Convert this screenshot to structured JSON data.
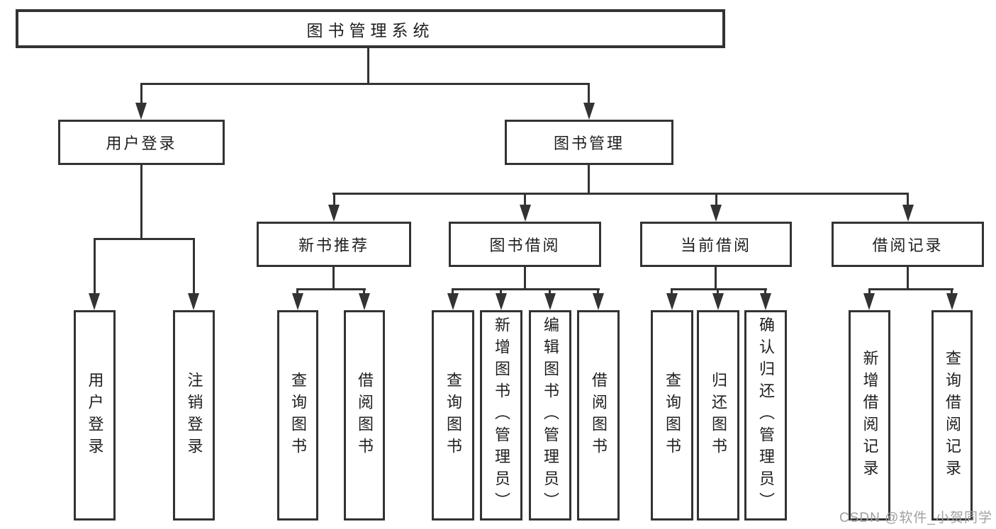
{
  "diagram": {
    "root": {
      "label": "图书管理系统"
    },
    "login": {
      "label": "用户登录",
      "children": [
        {
          "label": "用户登录"
        },
        {
          "label": "注销登录"
        }
      ]
    },
    "management": {
      "label": "图书管理",
      "sections": [
        {
          "label": "新书推荐",
          "children": [
            {
              "label": "查询图书"
            },
            {
              "label": "借阅图书"
            }
          ]
        },
        {
          "label": "图书借阅",
          "children": [
            {
              "label": "查询图书"
            },
            {
              "label": "新增图书（管理员）"
            },
            {
              "label": "编辑图书（管理员）"
            },
            {
              "label": "借阅图书"
            }
          ]
        },
        {
          "label": "当前借阅",
          "children": [
            {
              "label": "查询图书"
            },
            {
              "label": "归还图书"
            },
            {
              "label": "确认归还（管理员）"
            }
          ]
        },
        {
          "label": "借阅记录",
          "children": [
            {
              "label": "新增借阅记录"
            },
            {
              "label": "查询借阅记录"
            }
          ]
        }
      ]
    }
  },
  "watermark": {
    "text": "CSDN @软件_小贺同学"
  },
  "colors": {
    "line": "#333333",
    "text": "#1f1f1f",
    "background": "#ffffff",
    "watermark": "#a0a0a0"
  }
}
